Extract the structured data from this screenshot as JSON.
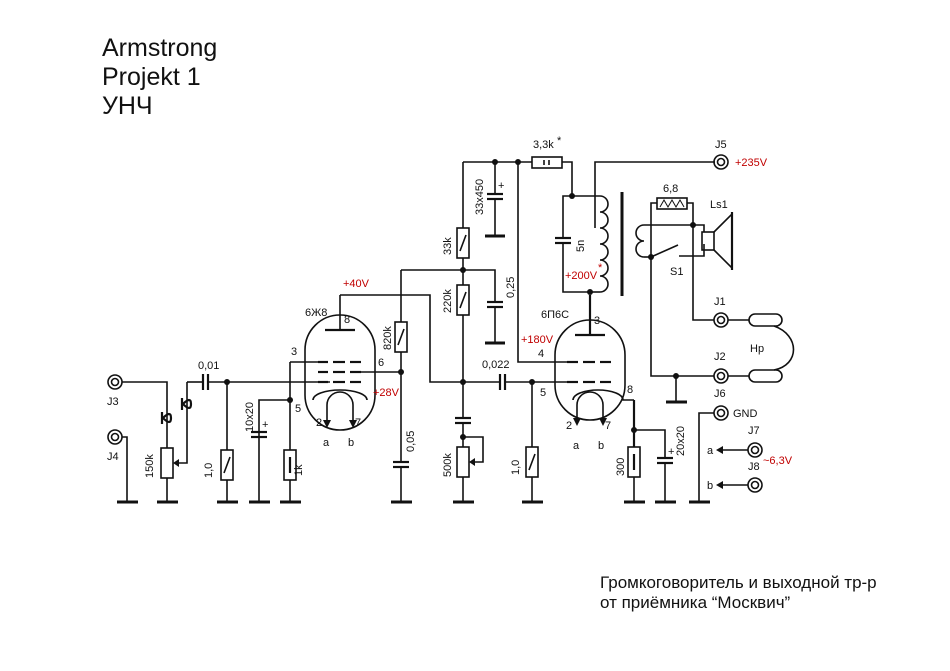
{
  "title": {
    "line1": "Armstrong",
    "line2": "Projekt 1",
    "line3": "УНЧ"
  },
  "footnote": {
    "line1": "Громкоговоритель и выходной тр-р",
    "line2": "от приёмника “Москвич”"
  },
  "colors": {
    "wire": "#111111",
    "voltage": "#c00000",
    "background": "#ffffff"
  },
  "tubes": [
    {
      "name": "6Ж8",
      "pins": {
        "anode": "8",
        "g1": "3",
        "g2": "6",
        "cathode": "5",
        "heater_a": "2",
        "heater_b": "7"
      },
      "heater_labels": [
        "a",
        "b"
      ]
    },
    {
      "name": "6П6С",
      "pins": {
        "anode": "3",
        "g2": "4",
        "g1": "5",
        "cathode": "8",
        "heater_a": "2",
        "heater_b": "7"
      },
      "heater_labels": [
        "a",
        "b"
      ]
    }
  ],
  "components": {
    "r_volume": "150k",
    "c_input": "0,01",
    "r_grid1": "1,0",
    "c_cathode1": "10x20",
    "r_cathode1": "1k",
    "r_screen1": "820k",
    "c_screen1": "0,05",
    "r_anode1": "220k",
    "r_decouple": "33k",
    "c_decouple": "0,25",
    "c_filter": "33x450",
    "c_coupling": "0,022",
    "r_tone": "500k",
    "r_grid2": "1,0",
    "r_cathode2": "300",
    "c_cathode2": "20x20",
    "r_supply": "3,3k",
    "r_supply_mark": "*",
    "c_anode2": "5n",
    "r_speaker": "6,8",
    "speaker": "Ls1",
    "switch": "S1",
    "headphones": "Hp"
  },
  "voltages": {
    "v40": "+40V",
    "v28": "+28V",
    "v180": "+180V",
    "v200": "+200V",
    "v200_mark": "*",
    "v235": "+235V",
    "heater": "~6,3V"
  },
  "jacks": {
    "j1": "J1",
    "j2": "J2",
    "j3": "J3",
    "j4": "J4",
    "j5": "J5",
    "j6": "J6",
    "j7": "J7",
    "j8": "J8",
    "gnd": "GND",
    "a": "a",
    "b": "b"
  }
}
